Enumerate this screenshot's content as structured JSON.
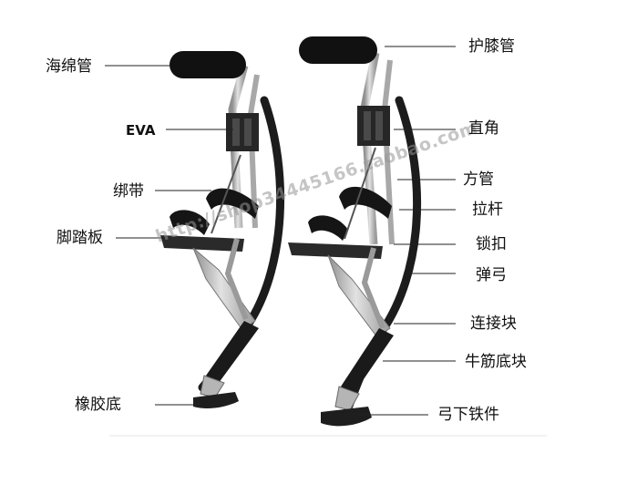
{
  "labels": {
    "sponge_tube": "海绵管",
    "eva": "EVA",
    "strap": "绑带",
    "foot_pedal": "脚踏板",
    "rubber_sole": "橡胶底",
    "knee_guard_tube": "护膝管",
    "right_angle": "直角",
    "square_tube": "方管",
    "pull_rod": "拉杆",
    "lock_buckle": "锁扣",
    "spring_bow": "弹弓",
    "connector_block": "连接块",
    "beef_tendon_base": "牛筋底块",
    "bow_lower_iron": "弓下铁件"
  },
  "watermark": "http://shop34445166.taobao.com",
  "colors": {
    "frame": "#bdbdbd",
    "frame_dark": "#7a7a7a",
    "bow": "#1c1c1c",
    "pad": "#111111",
    "line": "#222222"
  }
}
